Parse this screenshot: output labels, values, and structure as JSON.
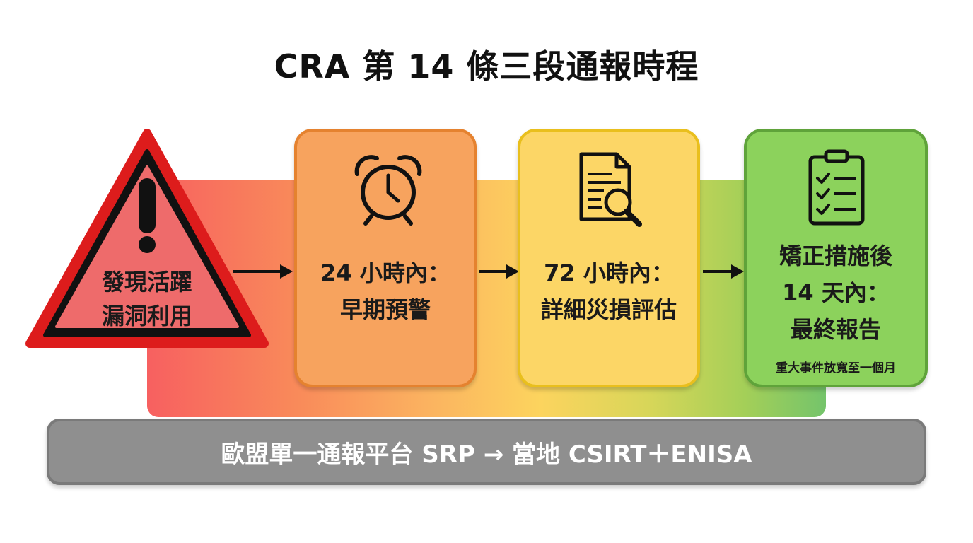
{
  "title": "CRA 第 14 條三段通報時程",
  "warning": {
    "line1": "發現活躍",
    "line2": "漏洞利用"
  },
  "stages": [
    {
      "line1": "24 小時內：",
      "line2": "早期預警",
      "icon": "alarm-clock-icon"
    },
    {
      "line1": "72 小時內：",
      "line2": "詳細災損評估",
      "icon": "document-search-icon"
    },
    {
      "line1": "矯正措施後",
      "line2": "14 天內：",
      "line3": "最終報告",
      "note": "重大事件放寬至一個月",
      "icon": "clipboard-checklist-icon"
    }
  ],
  "platform": "歐盟單一通報平台 SRP → 當地 CSIRT＋ENISA",
  "colors": {
    "warning_red": "#dd1c1c",
    "orange": "#f7a35e",
    "yellow": "#fcd666",
    "green": "#8cd25c",
    "bar_gray": "#8f8f8f"
  }
}
